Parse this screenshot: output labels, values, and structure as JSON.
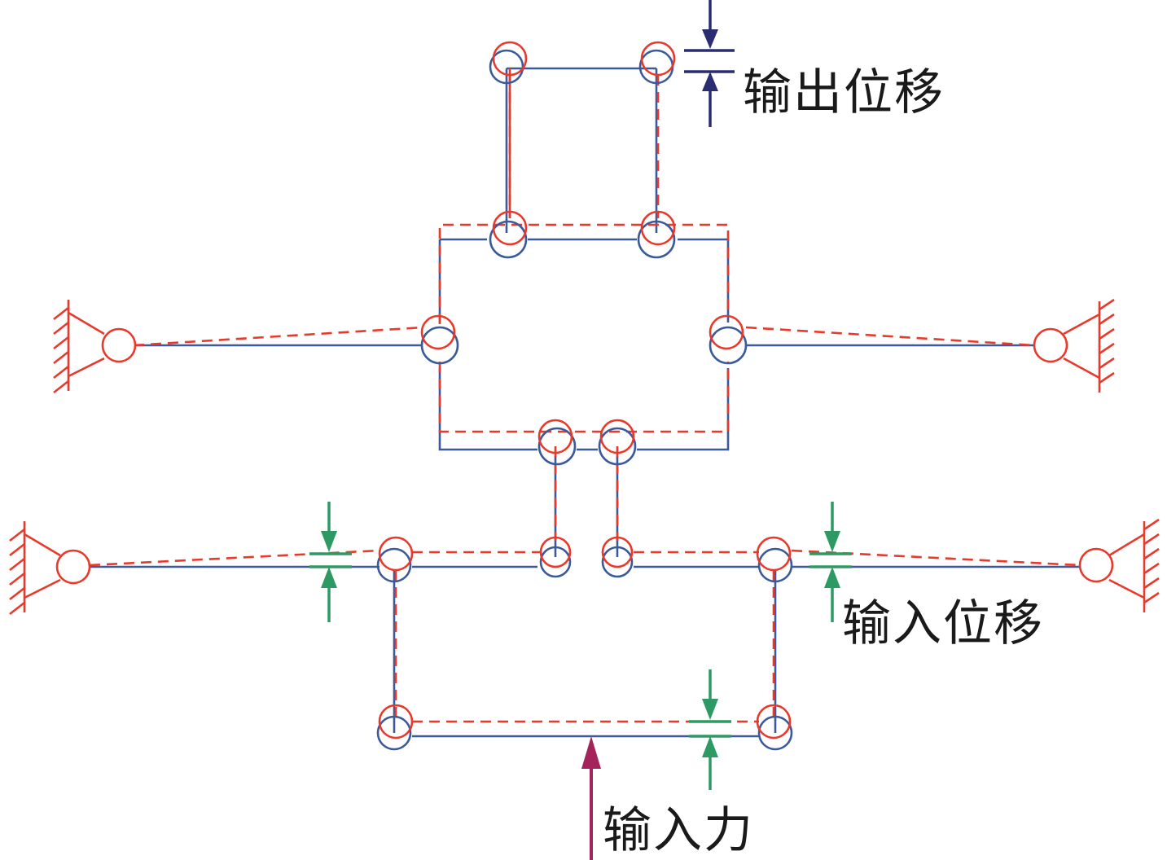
{
  "labels": {
    "output_displacement": "输出位移",
    "input_displacement": "输入位移",
    "input_force": "输入力"
  },
  "colors": {
    "deformed": "#e8392b",
    "original": "#3a5a9c",
    "input_displacement_arrow": "#2e9a63",
    "output_displacement_arrow": "#2b2d73",
    "input_force_arrow": "#a4235b"
  }
}
